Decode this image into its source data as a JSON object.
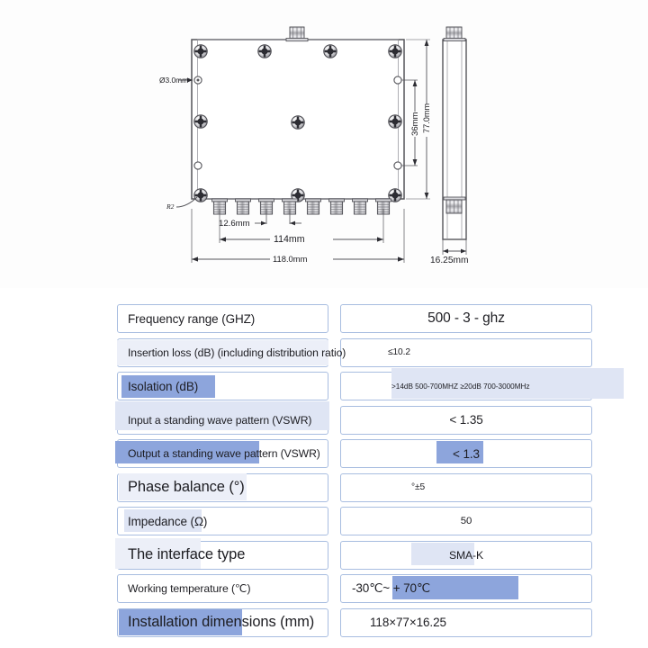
{
  "drawing": {
    "name": "rf-power-divider-mechanical-drawing",
    "annotations": {
      "hole_diameter": "Ø3.0mm",
      "radius_note": "R2"
    },
    "dimensions": {
      "connector_pitch": "12.6mm",
      "connector_span": "114mm",
      "overall_width": "118.0mm",
      "inner_height": "36mm",
      "overall_height": "77.0mm",
      "thickness": "16.25mm"
    },
    "counts": {
      "output_connectors": 8,
      "input_connectors": 1
    }
  },
  "spec_table": {
    "rows": [
      {
        "label": "Frequency range (GHZ)",
        "value": "500 - 3 - ghz",
        "label_size": "fs-13",
        "value_size": "fs-15"
      },
      {
        "label": "Insertion loss (dB) (including distribution ratio)",
        "value": "≤10.2",
        "label_size": "fs-12",
        "value_size": "fs-10"
      },
      {
        "label": "Isolation (dB)",
        "value": ">14dB 500-700MHZ ≥20dB 700-3000MHz",
        "label_size": "fs-13",
        "value_size": "fs-8"
      },
      {
        "label": "Input a standing wave pattern (VSWR)",
        "value": "< 1.35",
        "label_size": "fs-12",
        "value_size": "fs-13"
      },
      {
        "label": "Output a standing wave pattern (VSWR)",
        "value": "< 1.3",
        "label_size": "fs-12",
        "value_size": "fs-13"
      },
      {
        "label": "Phase balance (°)",
        "value": "°±5",
        "label_size": "fs-16",
        "value_size": "fs-10"
      },
      {
        "label": "Impedance (Ω)",
        "value": "50",
        "label_size": "fs-13",
        "value_size": "fs-11"
      },
      {
        "label": "The interface type",
        "value": "SMA-K",
        "label_size": "fs-16",
        "value_size": "fs-12"
      },
      {
        "label": "Working temperature (℃)",
        "value": "-30℃~ + 70℃",
        "label_size": "fs-12",
        "value_size": "fs-13"
      },
      {
        "label": "Installation dimensions (mm)",
        "value": "118×77×16.25",
        "label_size": "fs-16",
        "value_size": "fs-13"
      }
    ]
  },
  "colors": {
    "cell_border": "#a8bde0",
    "highlight_strong": "#8da5dc",
    "highlight_mid": "#c2cfea",
    "highlight_soft": "#dfe5f4",
    "drawing_line": "#55555a",
    "page_background": "#ffffff"
  }
}
